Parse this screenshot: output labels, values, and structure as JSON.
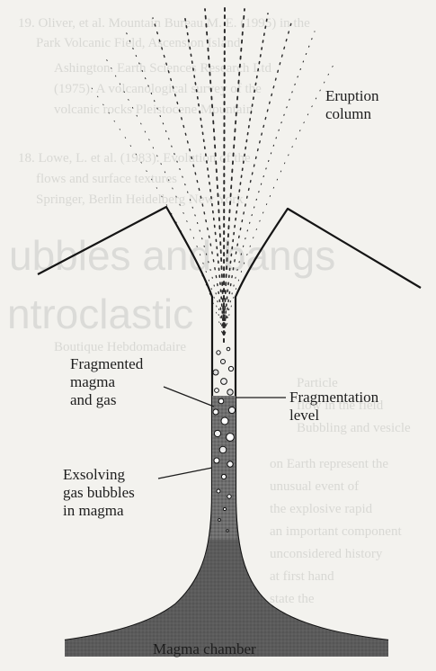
{
  "labels": {
    "eruption_line1": "Eruption",
    "eruption_line2": "column",
    "fragmented_line1": "Fragmented",
    "fragmented_line2": "magma",
    "fragmented_line3": "and gas",
    "fragmentation_line1": "Fragmentation",
    "fragmentation_line2": "level",
    "exsolving_line1": "Exsolving",
    "exsolving_line2": "gas bubbles",
    "exsolving_line3": "in magma",
    "chamber": "Magma chamber"
  },
  "colors": {
    "paper": "#f3f2ee",
    "ink": "#1d1d1d",
    "magma": "#5a5a5a",
    "show_through_text": "#d6d6d2"
  }
}
